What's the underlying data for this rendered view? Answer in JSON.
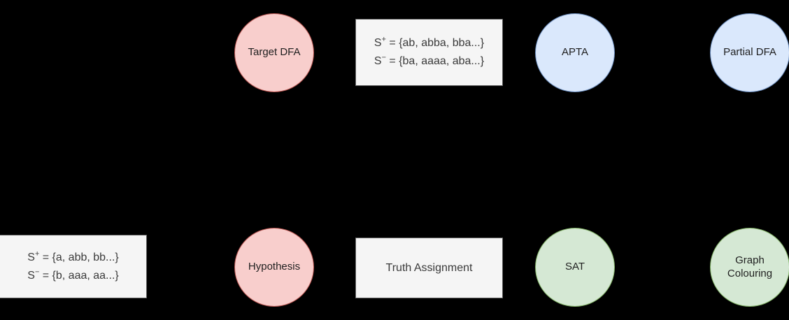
{
  "diagram": {
    "background_color": "#000000",
    "palette": {
      "pink_fill": "#f8cecc",
      "pink_stroke": "#b85450",
      "blue_fill": "#dae8fc",
      "blue_stroke": "#6c8ebf",
      "green_fill": "#d5e8d4",
      "green_stroke": "#82b366",
      "box_fill": "#f5f5f5",
      "box_stroke": "#666666",
      "text_color": "#1f1f1f"
    },
    "top_row": {
      "target_dfa": {
        "label": "Target DFA",
        "shape": "circle",
        "color": "pink"
      },
      "samples": {
        "shape": "rectangle",
        "color": "grey",
        "positive_prefix": "S",
        "positive_superscript": "+",
        "positive_set": " = {ab, abba, bba...}",
        "negative_prefix": "S",
        "negative_superscript": "−",
        "negative_set": " = {ba, aaaa, aba...}"
      },
      "apta": {
        "label": "APTA",
        "shape": "circle",
        "color": "blue"
      },
      "partial_dfa": {
        "label": "Partial DFA",
        "shape": "circle",
        "color": "blue"
      }
    },
    "bottom_row": {
      "samples": {
        "shape": "rectangle",
        "color": "grey",
        "positive_prefix": "S",
        "positive_superscript": "+",
        "positive_set": " = {a, abb, bb...}",
        "negative_prefix": "S",
        "negative_superscript": "−",
        "negative_set": " = {b, aaa, aa...}"
      },
      "hypothesis": {
        "label": "Hypothesis",
        "shape": "circle",
        "color": "pink"
      },
      "truth_assignment": {
        "label": "Truth Assignment",
        "shape": "rectangle",
        "color": "grey"
      },
      "sat": {
        "label": "SAT",
        "shape": "circle",
        "color": "green"
      },
      "graph_colouring": {
        "label": "Graph\nColouring",
        "shape": "circle",
        "color": "green"
      }
    }
  }
}
